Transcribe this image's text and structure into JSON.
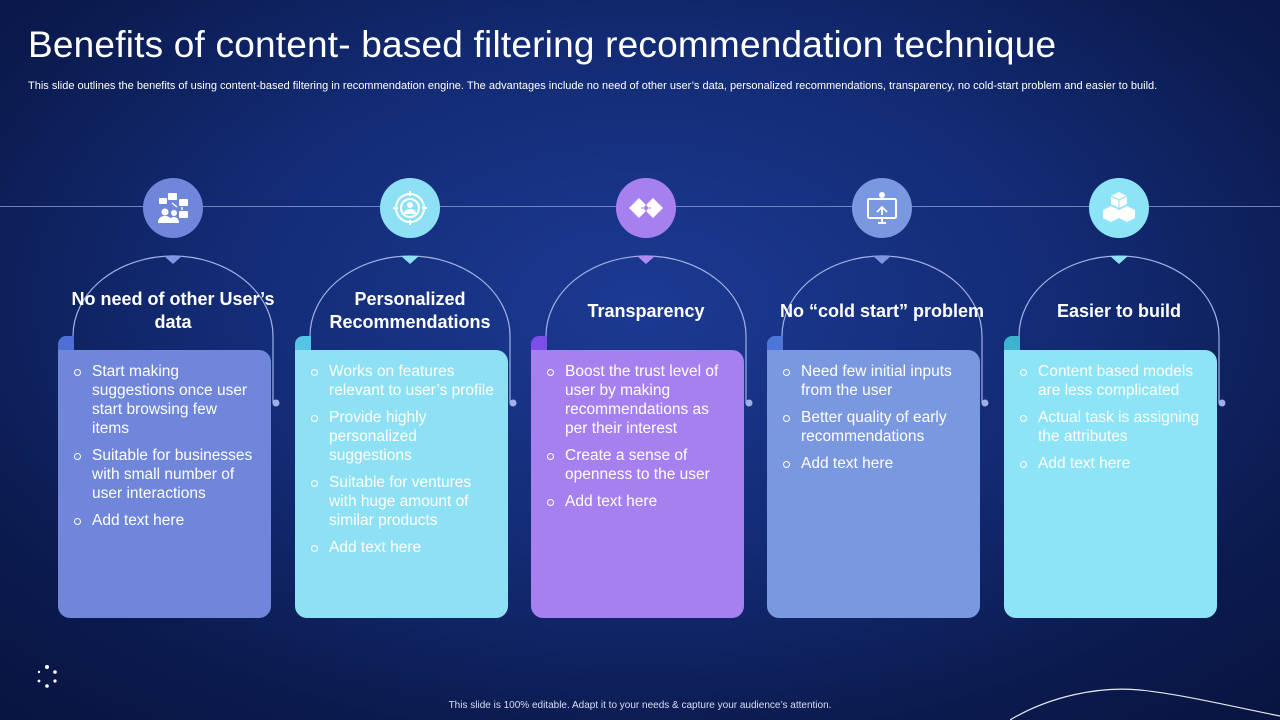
{
  "slide": {
    "title": "Benefits of content- based filtering recommendation technique",
    "subtitle": "This slide outlines the benefits of using content-based filtering in recommendation engine. The advantages include no need of other user’s data, personalized recommendations, transparency, no cold-start problem and easier to build.",
    "footer": "This slide is 100% editable. Adapt it to your needs & capture your audience’s attention."
  },
  "colors": {
    "background": "#132b74",
    "blue": "#6f86db",
    "cyan": "#8ee1f5",
    "purple": "#a780f0"
  },
  "benefits": [
    {
      "icon": "users-files-icon",
      "heading": "No need of other User’s data",
      "points": [
        "Start making suggestions once user start browsing few items",
        "Suitable for businesses with small number of user interactions",
        "Add text here"
      ]
    },
    {
      "icon": "target-user-icon",
      "heading": "Personalized Recommendations",
      "points": [
        "Works on features relevant to user’s profile",
        "Provide highly personalized suggestions",
        "Suitable for ventures with huge amount of similar products",
        "Add text here"
      ]
    },
    {
      "icon": "diamond-network-icon",
      "heading": "Transparency",
      "points": [
        "Boost the trust level of user by making recommendations as per their interest",
        "Create a sense of openness to the user",
        "Add text here"
      ]
    },
    {
      "icon": "monitor-user-icon",
      "heading": "No “cold start” problem",
      "points": [
        "Need few initial inputs from the user",
        "Better quality of early recommendations",
        "Add text here"
      ]
    },
    {
      "icon": "cubes-icon",
      "heading": "Easier to build",
      "points": [
        "Content based models are less complicated",
        "Actual task is assigning the attributes",
        "Add text here"
      ]
    }
  ]
}
